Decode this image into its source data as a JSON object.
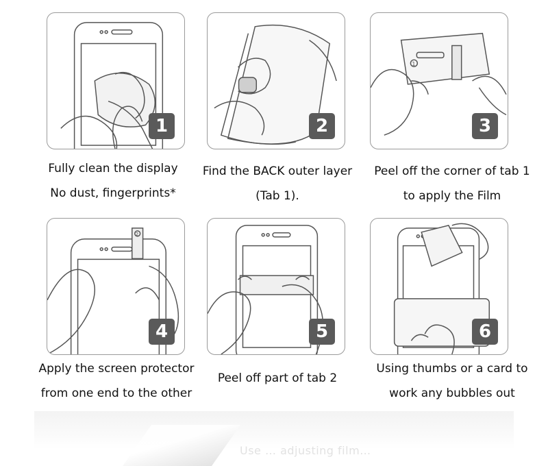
{
  "steps": [
    {
      "number": "1",
      "caption_line1": "Fully clean the display",
      "caption_line2": "No dust, fingerprints*"
    },
    {
      "number": "2",
      "caption_line1": "Find the BACK outer layer",
      "caption_line2": "(Tab 1)."
    },
    {
      "number": "3",
      "caption_line1": "Peel off the corner of tab 1",
      "caption_line2": "to apply the Film"
    },
    {
      "number": "4",
      "caption_line1": "Apply the screen protector",
      "caption_line2": "from one end to the other"
    },
    {
      "number": "5",
      "caption_line1": "Peel off part of tab 2",
      "caption_line2": ""
    },
    {
      "number": "6",
      "caption_line1": "Using thumbs or a card to",
      "caption_line2": "work any bubbles out"
    }
  ],
  "tab_markers": {
    "tab1": "1",
    "tab2": "2"
  },
  "footer_faded_text": "Use … adjusting film…"
}
